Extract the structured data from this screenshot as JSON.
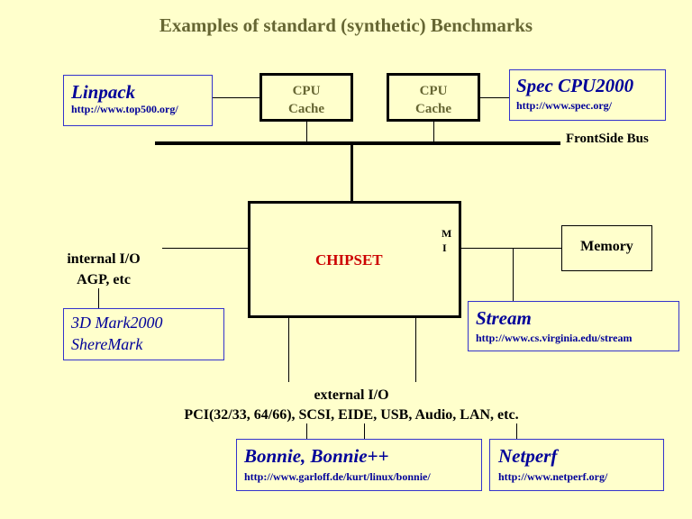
{
  "title": "Examples of standard (synthetic) Benchmarks",
  "cpus": [
    {
      "line1": "CPU",
      "line2": "Cache"
    },
    {
      "line1": "CPU",
      "line2": "Cache"
    }
  ],
  "bus_label": "FrontSide Bus",
  "chipset": {
    "label": "CHIPSET",
    "mi_m": "M",
    "mi_i": "I"
  },
  "memory_label": "Memory",
  "internal_io": {
    "line1": "internal I/O",
    "line2": "AGP, etc"
  },
  "external_io": {
    "line1": "external I/O",
    "line2": "PCI(32/33, 64/66), SCSI, EIDE, USB, Audio, LAN, etc."
  },
  "benchmarks": {
    "linpack": {
      "name": "Linpack",
      "url": "http://www.top500.org/"
    },
    "spec": {
      "name": "Spec CPU2000",
      "url": "http://www.spec.org/"
    },
    "stream": {
      "name": "Stream",
      "url": "http://www.cs.virginia.edu/stream"
    },
    "mark3d": {
      "line1": "3D Mark2000",
      "line2": "ShereMark"
    },
    "bonnie": {
      "name": "Bonnie, Bonnie++",
      "url": "http://www.garloff.de/kurt/linux/bonnie/"
    },
    "netperf": {
      "name": "Netperf",
      "url": "http://www.netperf.org/"
    }
  }
}
